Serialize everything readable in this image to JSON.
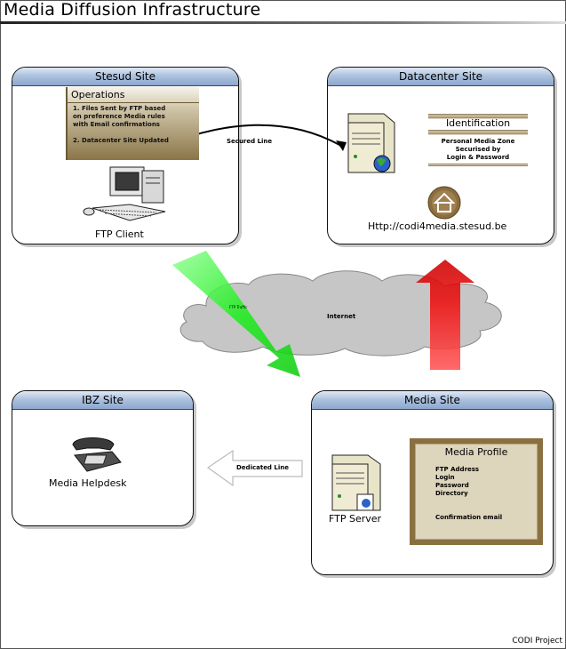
{
  "title": "Media Diffusion Infrastructure",
  "footer": "CODI Project",
  "sites": {
    "stesud": {
      "title": "Stesud Site",
      "device_label": "FTP Client"
    },
    "datacenter": {
      "title": "Datacenter Site",
      "url": "Http://codi4media.stesud.be"
    },
    "ibz": {
      "title": "IBZ Site",
      "device_label": "Media Helpdesk"
    },
    "media": {
      "title": "Media Site",
      "device_label": "FTP Server"
    }
  },
  "operations": {
    "title": "Operations",
    "item1_lines": [
      "1. Files Sent by FTP based",
      "on preference Media rules",
      "with Email confirmations"
    ],
    "item2": "2. Datacenter Site Updated"
  },
  "identification": {
    "title": "Identification",
    "lines": [
      "Personal Media Zone",
      "Securised by",
      "Login & Password"
    ]
  },
  "media_profile": {
    "title": "Media Profile",
    "items": [
      "FTP Address",
      "Login",
      "Password",
      "Directory"
    ],
    "confirmation": "Confirmation email"
  },
  "connections": {
    "secured_line": "Secured Line",
    "internet": "Internet",
    "ftp_traffic": "FTP Traffic",
    "dedicated_line": "Dedicated Line"
  },
  "colors": {
    "site_header": "#a9bfdd",
    "ftp_arrow": "#22ee22",
    "update_arrow": "#ee1111",
    "cloud": "#c6c6c6",
    "parchment": "#ded5bd"
  }
}
